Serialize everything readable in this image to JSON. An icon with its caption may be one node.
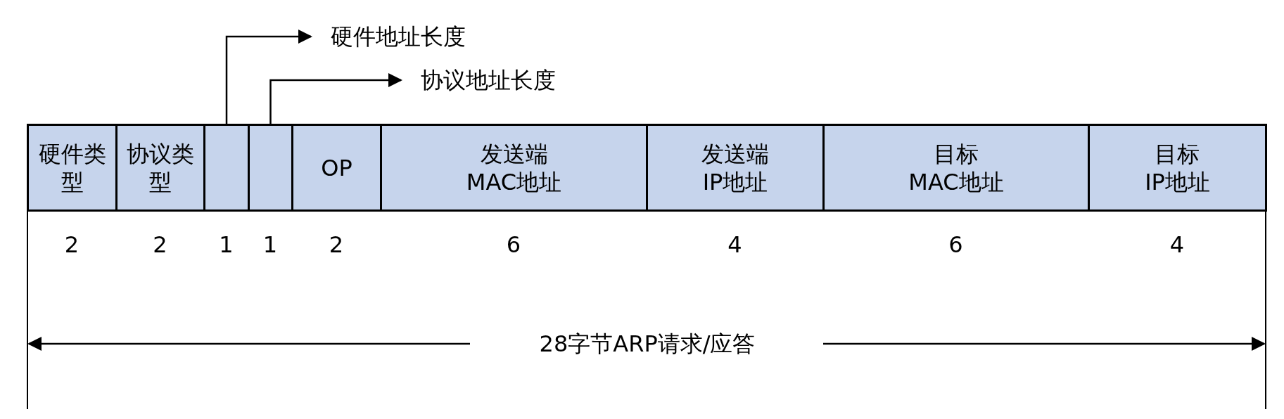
{
  "diagram": {
    "nodes": [
      {
        "text": [
          "硬件地址长度"
        ]
      },
      {
        "text": [
          "协议地址长度"
        ]
      },
      {
        "text": [
          "硬件类型"
        ]
      },
      {
        "text": [
          "协议类型"
        ]
      },
      {
        "text": [],
        "shape": "box"
      },
      {
        "text": [],
        "shape": "box"
      },
      {
        "text": [
          "OP"
        ]
      },
      {
        "text": [
          "发送端 MAC地址"
        ]
      },
      {
        "text": [
          "发送端 IP地址"
        ]
      },
      {
        "text": [
          "目标 MAC地址"
        ]
      },
      {
        "text": [
          "目标 IP地址"
        ]
      }
    ],
    "edges": [
      {
        "from": 4,
        "to": 0,
        "arrow": "to"
      },
      {
        "from": 5,
        "to": 1,
        "arrow": "to"
      }
    ],
    "labels": [
      "2",
      "2",
      "1",
      "1",
      "2",
      "6",
      "4",
      "6",
      "4",
      "28字节ARP请求/应答"
    ]
  }
}
